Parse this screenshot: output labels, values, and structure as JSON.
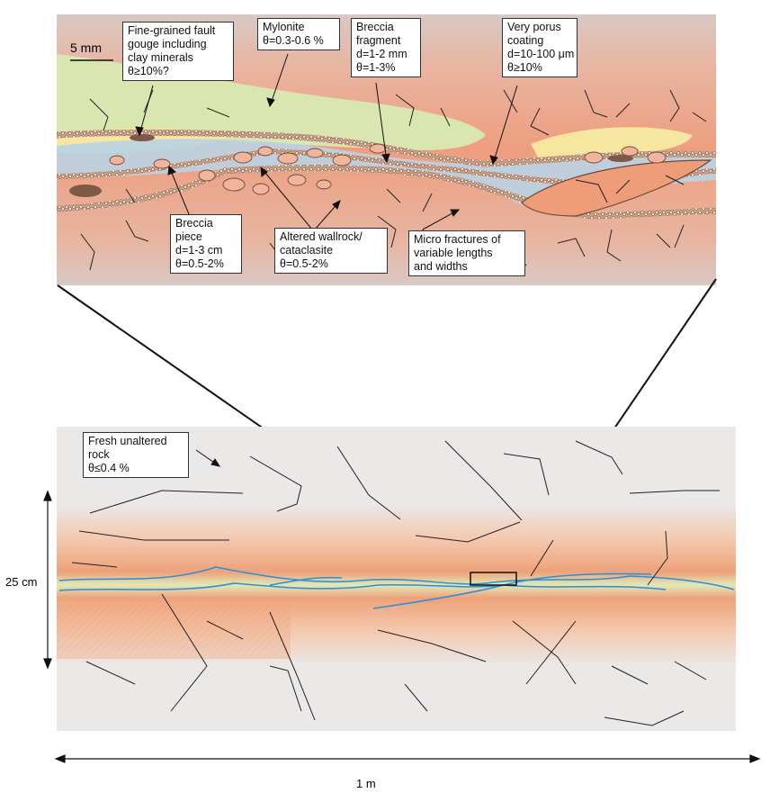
{
  "top_panel": {
    "scale_bar": "5 mm",
    "labels": {
      "gouge": [
        "Fine-grained fault",
        "gouge including",
        "clay minerals",
        "θ≥10%?"
      ],
      "mylonite": [
        "Mylonite",
        "θ=0.3-0.6 %"
      ],
      "breccia_fragment": [
        "Breccia",
        "fragment",
        "d=1-2 mm",
        "θ=1-3%"
      ],
      "porus_coating": [
        "Very porus",
        "coating",
        "d=10-100 μm",
        "θ≥10%"
      ],
      "breccia_piece": [
        "Breccia",
        "piece",
        "d=1-3 cm",
        "θ=0.5-2%"
      ],
      "altered_wallrock": [
        "Altered wallrock/",
        "cataclasite",
        "θ=0.5-2%"
      ],
      "micro_fractures": [
        "Micro fractures of",
        "variable lengths",
        "and widths"
      ]
    },
    "colors": {
      "background": "#d9cbc6",
      "wallrock": "#eea98c",
      "mylonite": "#d9e6b0",
      "gouge_yellow": "#f6e6a0",
      "porous_blue": "#b9d3e3"
    }
  },
  "bottom_panel": {
    "label": [
      "Fresh unaltered",
      "rock",
      "θ≤0.4 %"
    ],
    "vertical_scale": "25 cm",
    "horizontal_scale": "1 m",
    "colors": {
      "background": "#ebe8e8",
      "altered_zone": "#f0b490",
      "core": "#dde9b6",
      "fractures": "#2a8fd4"
    }
  }
}
